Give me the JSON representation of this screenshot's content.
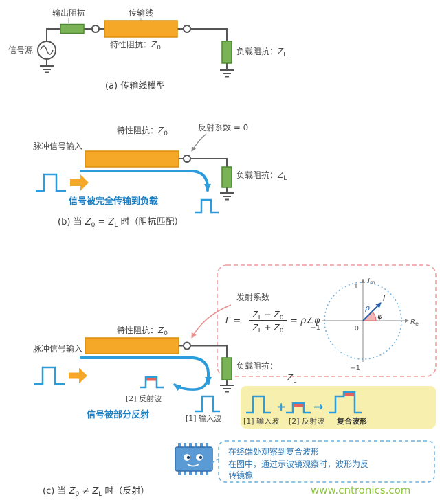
{
  "colors": {
    "transmission_line_orange": "#F5A728",
    "resistor_green": "#79B356",
    "signal_blue": "#2D9CDB",
    "blue_text": "#1B7FC4",
    "reflection_red": "#E8605A",
    "dashed_box_red": "#F09A9A",
    "note_blue": "#2E77B5",
    "yellow_highlight": "#F6EFAD",
    "chip_blue": "#5B9BD5",
    "watermark_green": "#8DC63F",
    "wire_gray": "#555555"
  },
  "sym": {
    "Z": "Z",
    "sub_zero": "0",
    "sub_L": "L",
    "eq": " = ",
    "minus": " − ",
    "plus_op": " + ",
    "gamma": "Γ",
    "rho": "ρ",
    "angle": "∠",
    "phi": "φ",
    "plus": "+",
    "arrow": "→",
    "one": "1",
    "neg_one": "−1",
    "zero": "0",
    "I": "I",
    "sub_m": "m",
    "R": "R",
    "sub_e": "e"
  },
  "section_a": {
    "output_impedance": "输出阻抗",
    "transmission_line": "传输线",
    "signal_source": "信号源",
    "char_impedance": "特性阻抗：",
    "load_impedance": "负载阻抗：",
    "caption": "(a)  传输线模型"
  },
  "section_b": {
    "char_impedance": "特性阻抗：",
    "reflection_zero": "反射系数 = 0",
    "pulse_input": "脉冲信号输入",
    "load_impedance": "负载阻抗：",
    "full_transmit": "信号被完全传输到负载",
    "caption_pre": "(b)  当 ",
    "op": " = ",
    "caption_post": " 时（阻抗匹配）"
  },
  "section_c": {
    "reflection_coef": "发射系数",
    "char_impedance": "特性阻抗：",
    "pulse_input": "脉冲信号输入",
    "load_impedance": "负载阻抗：",
    "partial_reflect": "信号被部分反射",
    "reflected_label": "[2] 反射波",
    "input_label": "[1] 输入波",
    "box_input": "[1] 输入波",
    "box_reflected": "[2] 反射波",
    "box_composite": "复合波形",
    "note1": "在终端处观察到复合波形",
    "note2": "在图中，通过示波镜观察时，波形为反",
    "note3": "转镜像",
    "caption_pre": "(c)  当 ",
    "op": " ≠ ",
    "caption_post": " 时（反射）"
  },
  "watermark": "www.cntronics.com"
}
